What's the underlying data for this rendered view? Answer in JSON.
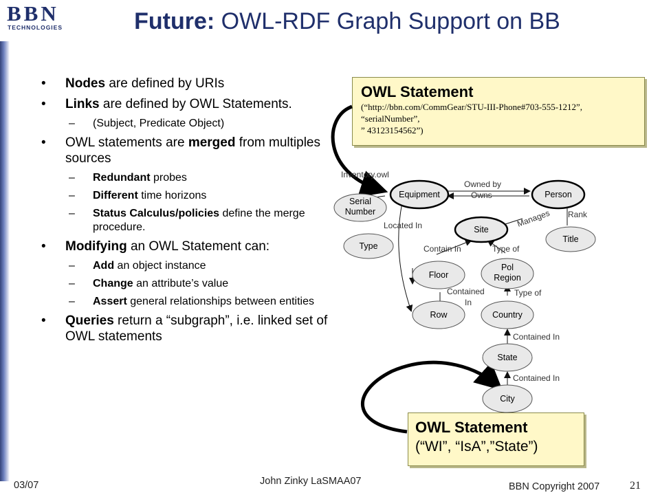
{
  "logo": {
    "text": "BBN",
    "sub": "TECHNOLOGIES"
  },
  "title": {
    "bold": "Future:",
    "rest": " OWL-RDF Graph Support on BB"
  },
  "bullets": [
    {
      "level": 1,
      "parts": [
        {
          "t": "Nodes",
          "b": true
        },
        {
          "t": " are defined by URIs",
          "b": false
        }
      ]
    },
    {
      "level": 1,
      "parts": [
        {
          "t": "Links",
          "b": true
        },
        {
          "t": " are defined by OWL Statements.",
          "b": false
        }
      ]
    },
    {
      "level": 2,
      "parts": [
        {
          "t": "(Subject, Predicate Object)",
          "b": false
        }
      ]
    },
    {
      "level": 1,
      "parts": [
        {
          "t": "OWL statements are ",
          "b": false
        },
        {
          "t": "merged",
          "b": true
        },
        {
          "t": " from multiples sources",
          "b": false
        }
      ]
    },
    {
      "level": 2,
      "parts": [
        {
          "t": "Redundant",
          "b": true
        },
        {
          "t": " probes",
          "b": false
        }
      ]
    },
    {
      "level": 2,
      "parts": [
        {
          "t": "Different",
          "b": true
        },
        {
          "t": " time horizons",
          "b": false
        }
      ]
    },
    {
      "level": 2,
      "parts": [
        {
          "t": "Status Calculus/policies",
          "b": true
        },
        {
          "t": " define the merge procedure.",
          "b": false
        }
      ]
    },
    {
      "level": 1,
      "parts": [
        {
          "t": "Modifying",
          "b": true
        },
        {
          "t": " an OWL Statement can:",
          "b": false
        }
      ]
    },
    {
      "level": 2,
      "parts": [
        {
          "t": "Add",
          "b": true
        },
        {
          "t": " an object instance",
          "b": false
        }
      ]
    },
    {
      "level": 2,
      "parts": [
        {
          "t": "Change",
          "b": true
        },
        {
          "t": " an attribute’s value",
          "b": false
        }
      ]
    },
    {
      "level": 2,
      "parts": [
        {
          "t": "Assert",
          "b": true
        },
        {
          "t": " general relationships between entities",
          "b": false
        }
      ]
    },
    {
      "level": 1,
      "parts": [
        {
          "t": "Queries",
          "b": true
        },
        {
          "t": " return a “subgraph”,  i.e. linked set of OWL statements",
          "b": false
        }
      ]
    }
  ],
  "callout_top": {
    "title": "OWL Statement",
    "line1": "(“http://bbn.com/CommGear/STU-III-Phone#703-555-1212”,",
    "line2": "“serialNumber”,",
    "line3": "” 43123154562”)"
  },
  "callout_bottom": {
    "title": "OWL Statement",
    "line1": "(“WI”, “IsA”,”State”)"
  },
  "diagram": {
    "nodes": {
      "equipment": "Equipment",
      "person": "Person",
      "serial": "Serial Number",
      "serial_a": "Serial",
      "serial_b": "Number",
      "type": "Type",
      "site": "Site",
      "title": "Title",
      "floor": "Floor",
      "pol_a": "Pol",
      "pol_b": "Region",
      "row": "Row",
      "country": "Country",
      "state": "State",
      "city": "City"
    },
    "edges": {
      "inventory": "Inventory.owl",
      "owned_by": "Owned by",
      "owns": "Owns",
      "located_in": "Located In",
      "manages": "Manages",
      "rank": "Rank",
      "contain_in": "Contain In",
      "type_of_1": "Type of",
      "contained_a": "Contained",
      "contained_b": "In",
      "type_of_2": "Type of",
      "contained_in_1": "Contained In",
      "contained_in_2": "Contained In"
    }
  },
  "footer": {
    "date": "03/07",
    "author": "John Zinky    LaSMAA07",
    "copyright": "BBN Copyright 2007",
    "page": "21"
  }
}
